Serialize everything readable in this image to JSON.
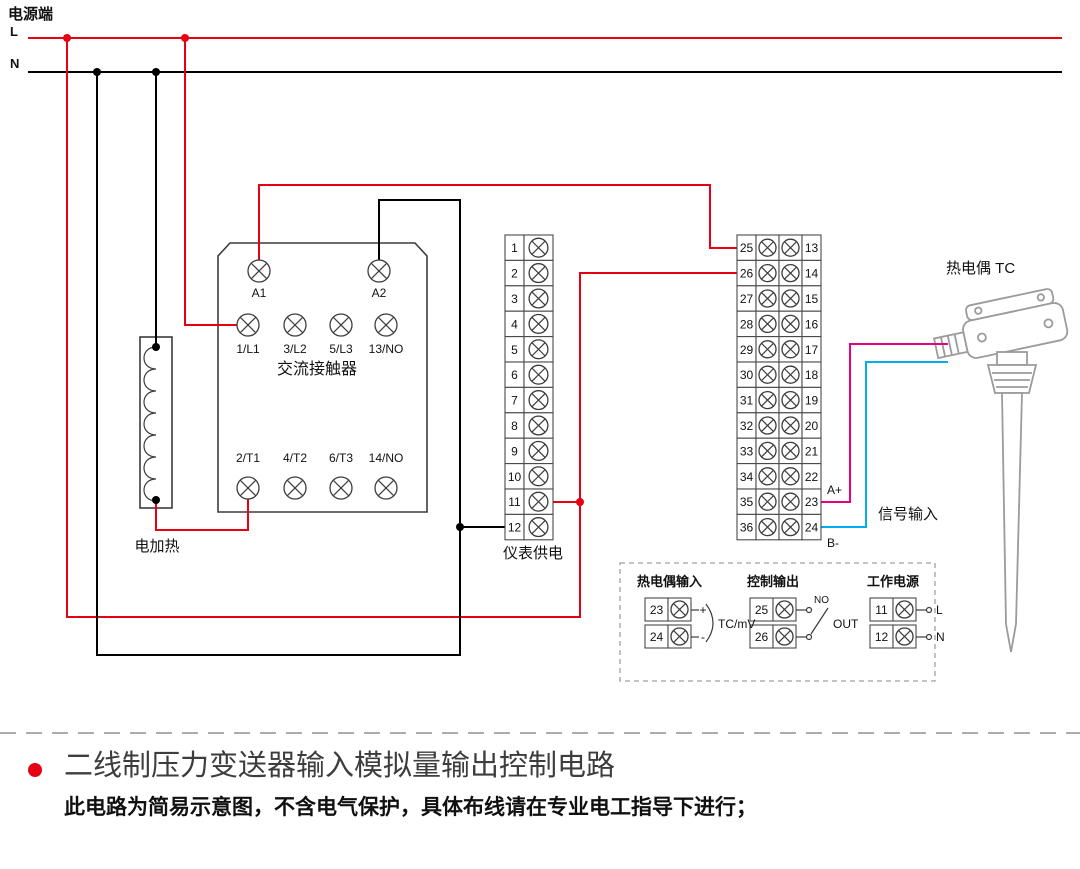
{
  "header": {
    "power_label": "电源端",
    "l_label": "L",
    "n_label": "N"
  },
  "contactor": {
    "name": "交流接触器",
    "coil_terminals": [
      "A1",
      "A2"
    ],
    "input_terminals": [
      "1/L1",
      "3/L2",
      "5/L3",
      "13/NO"
    ],
    "output_terminals": [
      "2/T1",
      "4/T2",
      "6/T3",
      "14/NO"
    ]
  },
  "heater": {
    "label": "电加热"
  },
  "middle_strip": {
    "numbers": [
      "1",
      "2",
      "3",
      "4",
      "5",
      "6",
      "7",
      "8",
      "9",
      "10",
      "11",
      "12"
    ],
    "caption": "仪表供电"
  },
  "right_strip": {
    "left_numbers": [
      "25",
      "26",
      "27",
      "28",
      "29",
      "30",
      "31",
      "32",
      "33",
      "34",
      "35",
      "36"
    ],
    "right_numbers": [
      "13",
      "14",
      "15",
      "16",
      "17",
      "18",
      "19",
      "20",
      "21",
      "22",
      "23",
      "24"
    ],
    "a_plus": "A+",
    "b_minus": "B-",
    "signal_label": "信号输入"
  },
  "thermocouple": {
    "label": "热电偶 TC"
  },
  "inset": {
    "tc_input": {
      "title": "热电偶输入",
      "terminals": [
        "23",
        "24"
      ],
      "plus": "+",
      "minus": "-",
      "caption": "TC/mV"
    },
    "control_output": {
      "title": "控制输出",
      "terminals": [
        "25",
        "26"
      ],
      "contact": "NO",
      "caption": "OUT"
    },
    "power": {
      "title": "工作电源",
      "terminals": [
        "11",
        "12"
      ],
      "l": "L",
      "n": "N"
    }
  },
  "footer": {
    "title": "二线制压力变送器输入模拟量输出控制电路",
    "note": "此电路为简易示意图，不含电气保护，具体布线请在专业电工指导下进行；"
  },
  "colors": {
    "red": "#e60012",
    "black": "#000000",
    "magenta": "#e4007f",
    "cyan": "#00aeef",
    "grey": "#9b9b9b"
  }
}
